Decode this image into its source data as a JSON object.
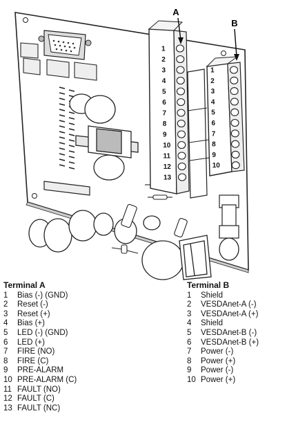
{
  "callouts": {
    "a": "A",
    "b": "B"
  },
  "terminal_a": {
    "title": "Terminal A",
    "items": [
      {
        "num": "1",
        "label": "Bias (-) (GND)"
      },
      {
        "num": "2",
        "label": "Reset (-)"
      },
      {
        "num": "3",
        "label": "Reset (+)"
      },
      {
        "num": "4",
        "label": "Bias (+)"
      },
      {
        "num": "5",
        "label": "LED (-) (GND)"
      },
      {
        "num": "6",
        "label": "LED (+)"
      },
      {
        "num": "7",
        "label": "FIRE (NO)"
      },
      {
        "num": "8",
        "label": "FIRE (C)"
      },
      {
        "num": "9",
        "label": "PRE-ALARM"
      },
      {
        "num": "10",
        "label": "PRE-ALARM (C)"
      },
      {
        "num": "11",
        "label": "FAULT (NO)"
      },
      {
        "num": "12",
        "label": "FAULT (C)"
      },
      {
        "num": "13",
        "label": "FAULT (NC)"
      }
    ]
  },
  "terminal_b": {
    "title": "Terminal B",
    "items": [
      {
        "num": "1",
        "label": "Shield"
      },
      {
        "num": "2",
        "label": "VESDAnet-A (-)"
      },
      {
        "num": "3",
        "label": "VESDAnet-A (+)"
      },
      {
        "num": "4",
        "label": "Shield"
      },
      {
        "num": "5",
        "label": "VESDAnet-B (-)"
      },
      {
        "num": "6",
        "label": "VESDAnet-B (+)"
      },
      {
        "num": "7",
        "label": "Power (-)"
      },
      {
        "num": "8",
        "label": "Power (+)"
      },
      {
        "num": "9",
        "label": "Power (-)"
      },
      {
        "num": "10",
        "label": "Power (+)"
      }
    ]
  },
  "block_a_numbers": [
    "1",
    "2",
    "3",
    "4",
    "5",
    "6",
    "7",
    "8",
    "9",
    "10",
    "11",
    "12",
    "13"
  ],
  "block_b_numbers": [
    "1",
    "2",
    "3",
    "4",
    "5",
    "6",
    "7",
    "8",
    "9",
    "10"
  ]
}
